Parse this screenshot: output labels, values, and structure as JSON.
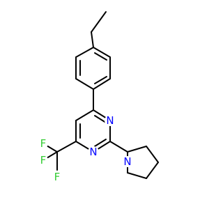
{
  "molecule": {
    "colors": {
      "bond": "#000000",
      "nitrogen": "#0000ff",
      "fluorine": "#33cc33",
      "background": "#ffffff"
    },
    "atoms": {
      "n1": {
        "symbol": "N"
      },
      "n3": {
        "symbol": "N"
      },
      "n_pyrrolidine": {
        "symbol": "N"
      },
      "f1": {
        "symbol": "F"
      },
      "f2": {
        "symbol": "F"
      },
      "f3": {
        "symbol": "F"
      }
    }
  }
}
